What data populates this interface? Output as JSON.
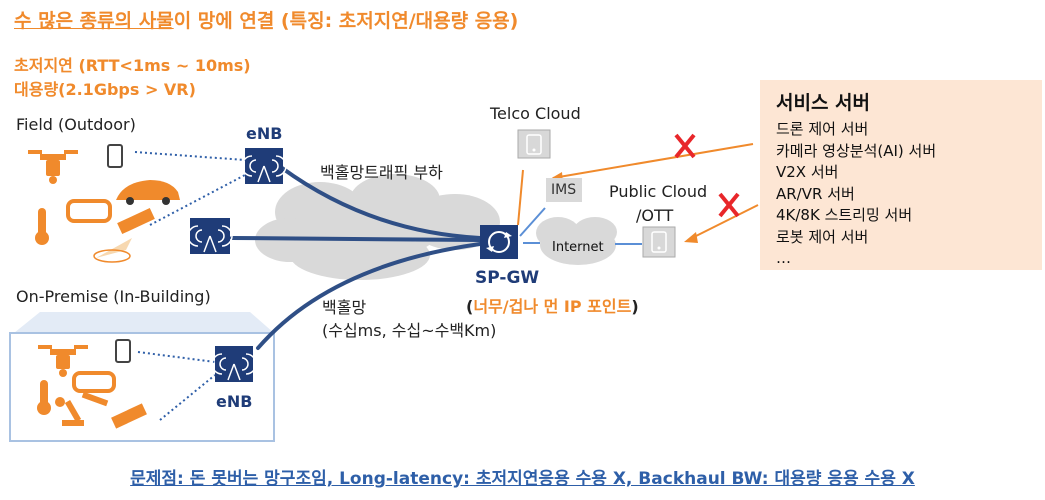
{
  "title_prefix": "수 많은 종류의 사물",
  "title_suffix": "이 망에 연결 (특징: 초저지연/대용량 응용)",
  "req_latency": "초저지연 (RTT<1ms ~ 10ms)",
  "req_capacity": "대용량(2.1Gbps > VR)",
  "field_label": "Field (Outdoor)",
  "onprem_label": "On-Premise (In-Building)",
  "enb_label": "eNB",
  "telco_cloud": "Telco Cloud",
  "public_cloud_1": "Public Cloud",
  "public_cloud_2": "/OTT",
  "ims": "IMS",
  "internet": "Internet",
  "backhaul_load": "백홀망트래픽 부하",
  "backhaul": "백홀망",
  "backhaul_spec": "(수십ms, 수십~수백Km)",
  "spgw": "SP-GW",
  "spgw_note_open": "(",
  "spgw_note": "너무/겁나 먼 IP 포인트",
  "spgw_note_close": ")",
  "x_mark": "X",
  "server": {
    "title": "서비스 서버",
    "items": [
      "드론 제어 서버",
      "카메라 영상분석(AI) 서버",
      "V2X 서버",
      "AR/VR 서버",
      "4K/8K 스트리밍 서버",
      "로봇 제어 서버",
      "…"
    ]
  },
  "footer": "문제점: 돈 못버는 망구조임, Long-latency: 초저지연응용 수용 X, Backhaul BW: 대용량 응용 수용 X",
  "colors": {
    "orange": "#f08a2c",
    "navy": "#1f3c78",
    "red": "#e8262a",
    "footer_blue": "#2e5fa8",
    "server_bg": "#fde6d4"
  }
}
